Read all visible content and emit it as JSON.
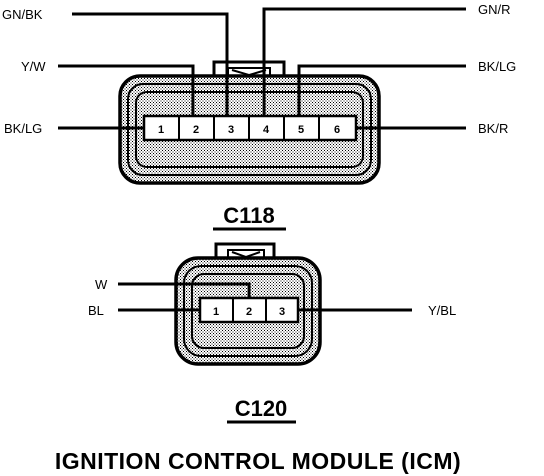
{
  "c118": {
    "title": "C118",
    "pins": [
      "1",
      "2",
      "3",
      "4",
      "5",
      "6"
    ],
    "wires": {
      "gn_bk": "GN/BK",
      "gn_r": "GN/R",
      "y_w": "Y/W",
      "bk_lg_right": "BK/LG",
      "bk_lg_left": "BK/LG",
      "bk_r": "BK/R"
    }
  },
  "c120": {
    "title": "C120",
    "pins": [
      "1",
      "2",
      "3"
    ],
    "wires": {
      "w": "W",
      "bl": "BL",
      "y_bl": "Y/BL"
    }
  },
  "module_title": "IGNITION CONTROL MODULE (ICM)",
  "colors": {
    "line": "#000000",
    "stipple": "#000000",
    "background": "#ffffff"
  }
}
